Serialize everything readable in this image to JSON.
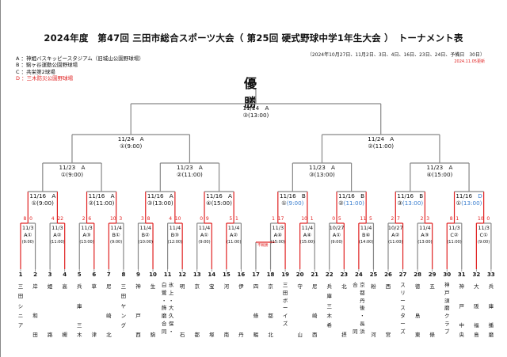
{
  "document": {
    "title": "2024年度　第47回 三田市総合スポーツ大会（ 第25回 硬式野球中学1年生大会 ）　トーナメント表",
    "dates": "（2024年10月27日、11月2日、3日、4日、16日、23日、24日、予備日　30日）",
    "updated": "2024.11.05更新",
    "champion_label": "優　勝"
  },
  "venues": [
    {
      "code": "A",
      "text": "A ：神姫バスキッピースタジアム（旧城山公園野球場）"
    },
    {
      "code": "B",
      "text": "B ：駒ヶ谷運動公園野球場"
    },
    {
      "code": "C",
      "text": "C ：共栄第2球場"
    },
    {
      "code": "D",
      "text": "D ：三木防災公園野球場"
    }
  ],
  "colors": {
    "winner_line": "#e02020",
    "bracket_line": "#888888",
    "time_blue": "#3a7ecf"
  },
  "final": {
    "line1": "11/24　A",
    "line2": "③(13:00)"
  },
  "semifinals": [
    {
      "line1": "11/24　A",
      "line2": "①(9:00)"
    },
    {
      "line1": "11/24　A",
      "line2": "②(11:00)"
    }
  ],
  "quarterfinals": [
    {
      "line1": "11/23　A",
      "line2": "①(9:00)"
    },
    {
      "line1": "11/23　A",
      "line2": "②(11:00)"
    },
    {
      "line1": "11/23　A",
      "line2": "③(13:00)"
    },
    {
      "line1": "11/23　A",
      "line2": "④(15:00)"
    }
  ],
  "round3": [
    {
      "date": "11/16",
      "venue": "A",
      "slot": "①",
      "time": "(9:00)"
    },
    {
      "date": "11/16",
      "venue": "A",
      "slot": "②",
      "time": "(11:00)"
    },
    {
      "date": "11/16",
      "venue": "A",
      "slot": "③",
      "time": "(13:00)"
    },
    {
      "date": "11/16",
      "venue": "A",
      "slot": "④",
      "time": "(15:00)"
    },
    {
      "date": "11/16",
      "venue": "B",
      "slot": "①",
      "time": "(9:00)"
    },
    {
      "date": "11/16",
      "venue": "B",
      "slot": "②",
      "time": "(11:00)"
    },
    {
      "date": "11/16",
      "venue": "B",
      "slot": "③",
      "time": "(13:00)"
    },
    {
      "date": "11/16",
      "venue": "D",
      "slot": "①",
      "time": "(13:00)"
    }
  ],
  "round1": [
    {
      "date": "11/3",
      "venue": "A①",
      "time": "(9:00)",
      "score_left": "8",
      "score_right": "0"
    },
    {
      "date": "11/3",
      "venue": "A②",
      "time": "(11:00)",
      "score_left": "4",
      "score_right": "22"
    },
    {
      "date": "11/3",
      "venue": "A③",
      "time": "(13:00)",
      "score_left": "2",
      "score_right": "6"
    },
    {
      "date": "11/4",
      "venue": "B①",
      "time": "(9:00)",
      "score_left": "10",
      "score_right": "3"
    },
    {
      "date": "11/4",
      "venue": "B②",
      "time": "(10:00)",
      "score_left": "3",
      "score_right": "8"
    },
    {
      "date": "11/4",
      "venue": "B③",
      "time": "(12:00)",
      "score_left": "4",
      "score_right": "10"
    },
    {
      "date": "11/4",
      "venue": "A①",
      "time": "(9:00)",
      "score_left": "0",
      "score_right": "9"
    },
    {
      "date": "11/4",
      "venue": "A②",
      "time": "(11:00)",
      "score_left": "5",
      "score_right": "1"
    },
    {
      "date": "11/3",
      "venue": "A④",
      "time": "(15:00)",
      "score_left": "1",
      "score_right": "17"
    },
    {
      "date": "11/4",
      "venue": "A④",
      "time": "(15:00)",
      "score_left": "10",
      "score_right": "1"
    },
    {
      "date": "10/27",
      "venue": "A①",
      "time": "(9:00)",
      "score_left": "0",
      "score_right": "5"
    },
    {
      "date": "11/4",
      "venue": "B④",
      "time": "(14:00)",
      "score_left": "11",
      "score_right": "5"
    },
    {
      "date": "10/27",
      "venue": "A②",
      "time": "(11:00)",
      "score_left": "2",
      "score_right": "7"
    },
    {
      "date": "11/4",
      "venue": "A③",
      "time": "(13:00)",
      "score_left": "2",
      "score_right": "3"
    },
    {
      "date": "11/3",
      "venue": "C②",
      "time": "(11:00)",
      "score_left": "8",
      "score_right": "1"
    },
    {
      "date": "11/3",
      "venue": "C①",
      "time": "(9:00)",
      "score_left": "10",
      "score_right": "0"
    }
  ],
  "forfeit_label": "不戦勝",
  "teams": [
    {
      "no": "1",
      "name": "三田シニア"
    },
    {
      "no": "2",
      "name": "岸和田"
    },
    {
      "no": "3",
      "name": "姫路"
    },
    {
      "no": "4",
      "name": "高槻"
    },
    {
      "no": "5",
      "name": "兵庫三木"
    },
    {
      "no": "6",
      "name": "草津"
    },
    {
      "no": "7",
      "name": "尼崎北"
    },
    {
      "no": "8",
      "name": "三田ヤング"
    },
    {
      "no": "9",
      "name": "神戸西"
    },
    {
      "no": "10",
      "name": "生駒"
    },
    {
      "no": "11",
      "name": "白鷺・飾磨合同・氷上・大久保"
    },
    {
      "no": "12",
      "name": "明石"
    },
    {
      "no": "13",
      "name": "京都"
    },
    {
      "no": "14",
      "name": "宝塚"
    },
    {
      "no": "15",
      "name": "河南"
    },
    {
      "no": "16",
      "name": "伊丹"
    },
    {
      "no": "17",
      "name": "四條畷"
    },
    {
      "no": "18",
      "name": "京都北"
    },
    {
      "no": "19",
      "name": "三田ボーイズ"
    },
    {
      "no": "20",
      "name": "守山"
    },
    {
      "no": "21",
      "name": "尼崎西"
    },
    {
      "no": "22",
      "name": "兵庫三木希"
    },
    {
      "no": "23",
      "name": "北摂"
    },
    {
      "no": "24",
      "name": "京都丹後・長浜合同"
    },
    {
      "no": "25",
      "name": "粉河"
    },
    {
      "no": "26",
      "name": "西宮"
    },
    {
      "no": "27",
      "name": "スリースターズ"
    },
    {
      "no": "28",
      "name": "徳島東"
    },
    {
      "no": "29",
      "name": "五條"
    },
    {
      "no": "30",
      "name": "神戸須磨クラブ"
    },
    {
      "no": "31",
      "name": "神戸中央"
    },
    {
      "no": "32",
      "name": "大阪福島"
    },
    {
      "no": "33",
      "name": "兵庫播磨"
    }
  ]
}
